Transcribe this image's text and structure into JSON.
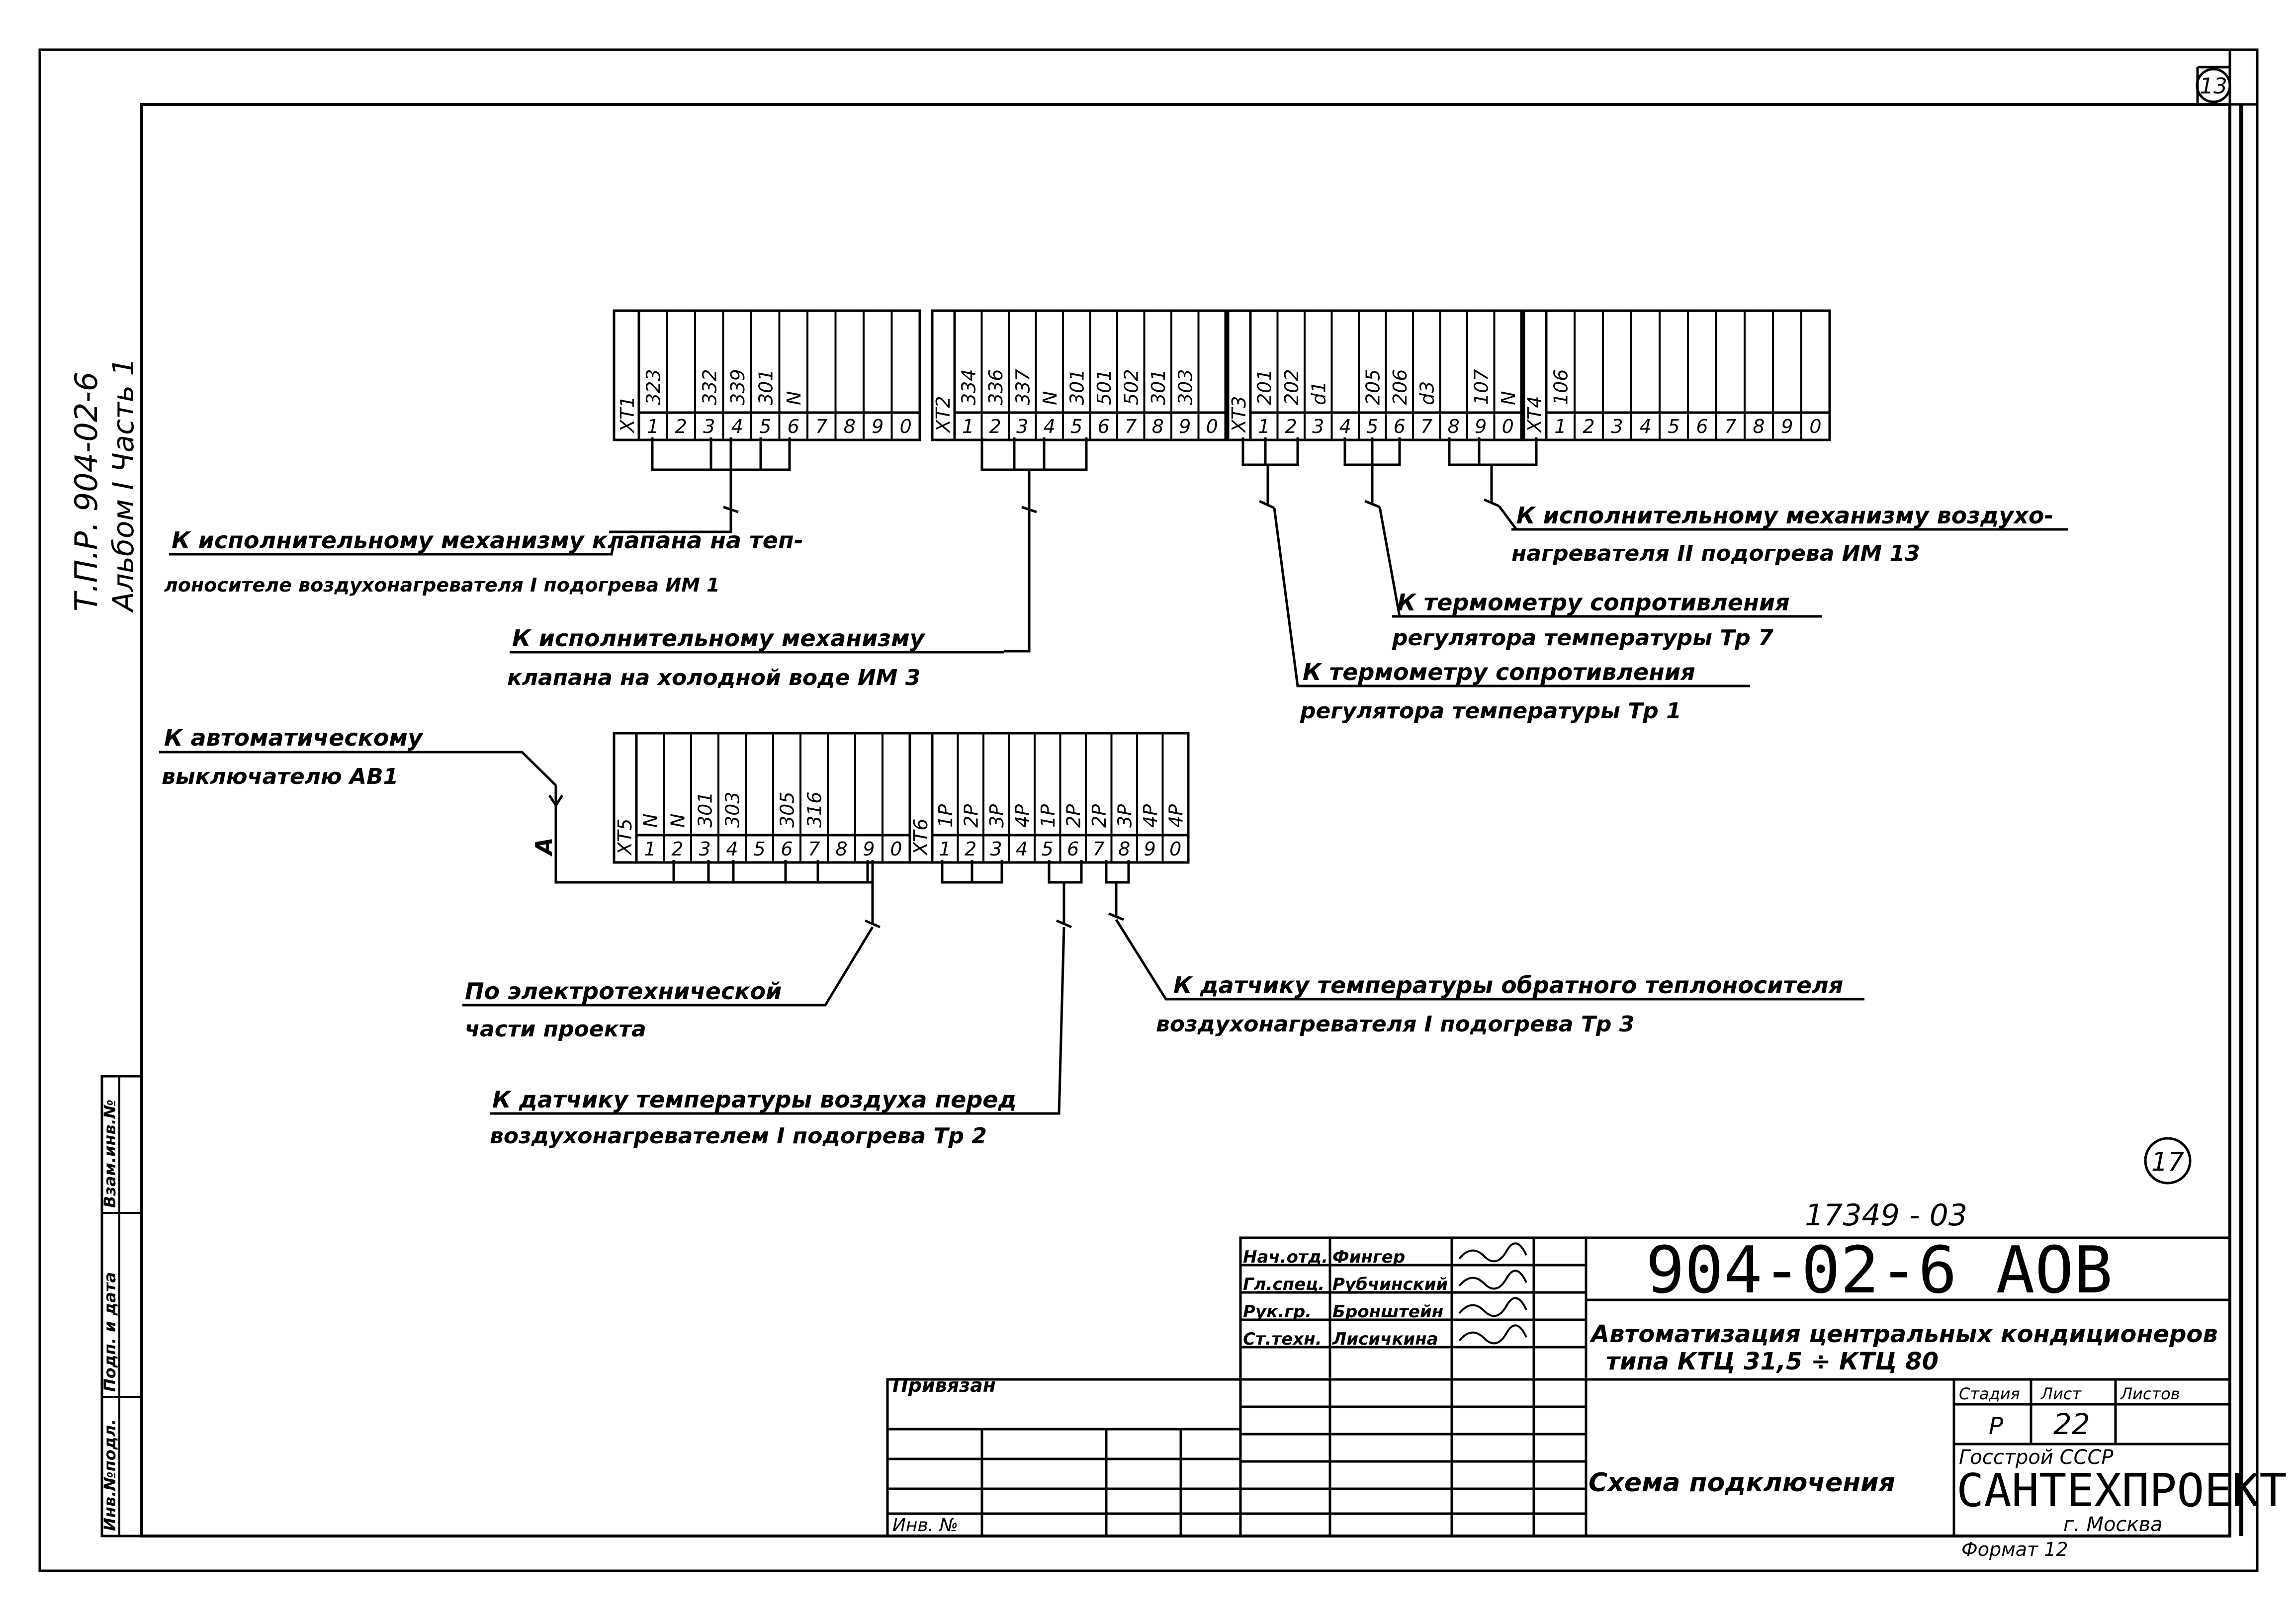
{
  "doc": {
    "sheet_mark": "13",
    "circle_num": "17",
    "side_code": "Т.П.Р. 904-02-6",
    "side_album": "Альбом I Часть 1",
    "doc_number": "17349 - 03",
    "project_code": "904-02-6 АОВ",
    "project_title_1": "Автоматизация центральных кондиционеров",
    "project_title_2": "типа КТЦ 31,5 ÷ КТЦ 80",
    "sheet_title": "Схема подключения",
    "stage_hdr": "Стадия",
    "sheet_hdr": "Лист",
    "sheets_hdr": "Листов",
    "stage": "Р",
    "sheet": "22",
    "org_1": "Госстрой СССР",
    "org_2": "САНТЕХПРОЕКТ",
    "org_3": "г. Москва",
    "format": "Формат 12",
    "privyazan": "Привязан",
    "inv_no": "Инв. №",
    "stamp_left_1": "Взам.инв.№",
    "stamp_left_2": "Подп. и дата",
    "stamp_left_3": "Инв.№подл."
  },
  "signatures": [
    {
      "role": "Нач.отд.",
      "name": "Фингер"
    },
    {
      "role": "Гл.спец.",
      "name": "Рубчинский"
    },
    {
      "role": "Рук.гр.",
      "name": "Бронштейн"
    },
    {
      "role": "Ст.техн.",
      "name": "Лисичкина"
    }
  ],
  "terminals": {
    "upper": [
      {
        "wires": [
          "ХТ1",
          "323",
          "",
          "332",
          "339",
          "301",
          "N",
          "",
          "",
          "",
          ""
        ],
        "nums": [
          "1",
          "2",
          "3",
          "4",
          "5",
          "6",
          "7",
          "8",
          "9",
          "0"
        ]
      },
      {
        "wires": [
          "ХТ2",
          "334",
          "336",
          "337",
          "N",
          "301",
          "501",
          "502",
          "301",
          "303",
          ""
        ],
        "nums": [
          "1",
          "2",
          "3",
          "4",
          "5",
          "6",
          "7",
          "8",
          "9",
          "0"
        ]
      },
      {
        "wires": [
          "ХТ3",
          "201",
          "202",
          "d1",
          "",
          "205",
          "206",
          "d3",
          "",
          "107",
          "N"
        ],
        "nums": [
          "1",
          "2",
          "3",
          "4",
          "5",
          "6",
          "7",
          "8",
          "9",
          "0"
        ]
      },
      {
        "wires": [
          "ХТ4",
          "106",
          "",
          "",
          "",
          "",
          "",
          "",
          "",
          "",
          ""
        ],
        "nums": [
          "1",
          "2",
          "3",
          "4",
          "5",
          "6",
          "7",
          "8",
          "9",
          "0"
        ]
      }
    ],
    "lower": [
      {
        "wires": [
          "ХТ5",
          "N",
          "N",
          "301",
          "303",
          "",
          "305",
          "316",
          "",
          "",
          ""
        ],
        "nums": [
          "1",
          "2",
          "3",
          "4",
          "5",
          "6",
          "7",
          "8",
          "9",
          "0"
        ]
      },
      {
        "wires": [
          "ХТ6",
          "1Р",
          "2Р",
          "3Р",
          "4Р",
          "1Р",
          "2Р",
          "2Р",
          "3Р",
          "4Р",
          "4Р"
        ],
        "nums": [
          "1",
          "2",
          "3",
          "4",
          "5",
          "6",
          "7",
          "8",
          "9",
          "0"
        ]
      }
    ]
  },
  "labels": {
    "l1a": "К исполнительному механизму клапана на теп-",
    "l1b": "лоносителе воздухонагревателя I подогрева ИМ 1",
    "l2a": "К исполнительному механизму",
    "l2b": "клапана на холодной воде ИМ 3",
    "l3a": "К термометру сопротивления",
    "l3b": "регулятора температуры Тр 1",
    "l4a": "К термометру сопротивления",
    "l4b": "регулятора температуры Тр 7",
    "l5a": "К исполнительному механизму воздухо-",
    "l5b": "нагревателя II подогрева ИМ 13",
    "l6a": "К автоматическому",
    "l6b": "выключателю АВ1",
    "l6c": "А",
    "l7a": "По электротехнической",
    "l7b": "части проекта",
    "l8a": "К датчику температуры воздуха перед",
    "l8b": "воздухонагревателем I подогрева Тр 2",
    "l9a": "К датчику температуры обратного теплоносителя",
    "l9b": "воздухонагревателя I подогрева Тр 3"
  }
}
